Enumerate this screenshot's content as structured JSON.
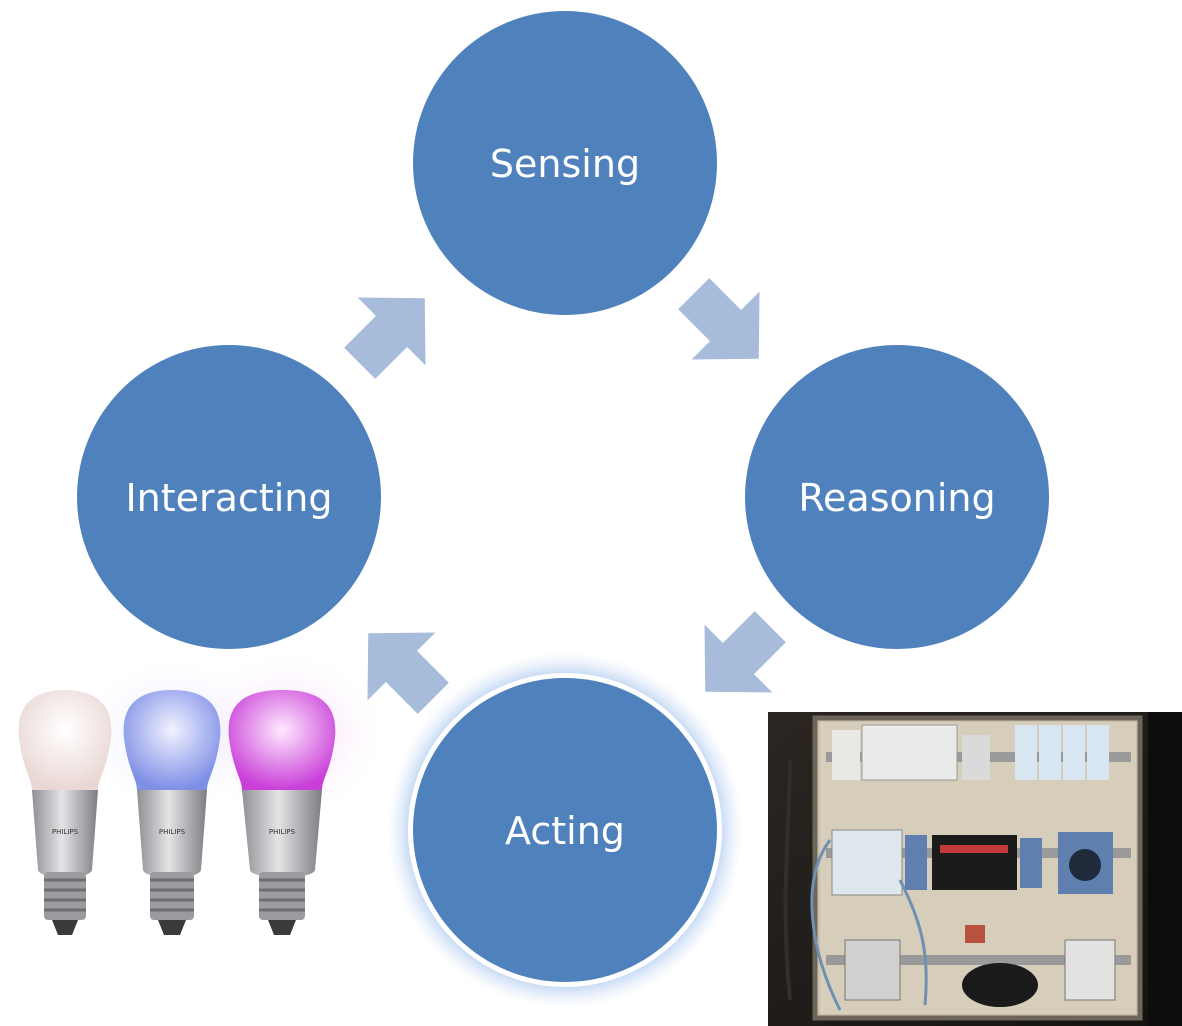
{
  "diagram": {
    "nodes": [
      {
        "id": "sensing",
        "label": "Sensing"
      },
      {
        "id": "reasoning",
        "label": "Reasoning"
      },
      {
        "id": "acting",
        "label": "Acting",
        "highlighted": true
      },
      {
        "id": "interacting",
        "label": "Interacting"
      }
    ],
    "cycle_order": [
      "sensing",
      "reasoning",
      "acting",
      "interacting",
      "sensing"
    ],
    "colors": {
      "node_fill": "#4f81bd",
      "arrow_fill": "#a7bcdb",
      "node_text": "#ffffff",
      "glow": "#8fb4e8"
    }
  },
  "photos": {
    "bulbs": {
      "brand_text": "PHILIPS",
      "bulb_colors": [
        "#f7ecec",
        "#9aa6ee",
        "#d34ee0"
      ]
    },
    "panel": {
      "icon": "electrical-panel-photo"
    }
  }
}
